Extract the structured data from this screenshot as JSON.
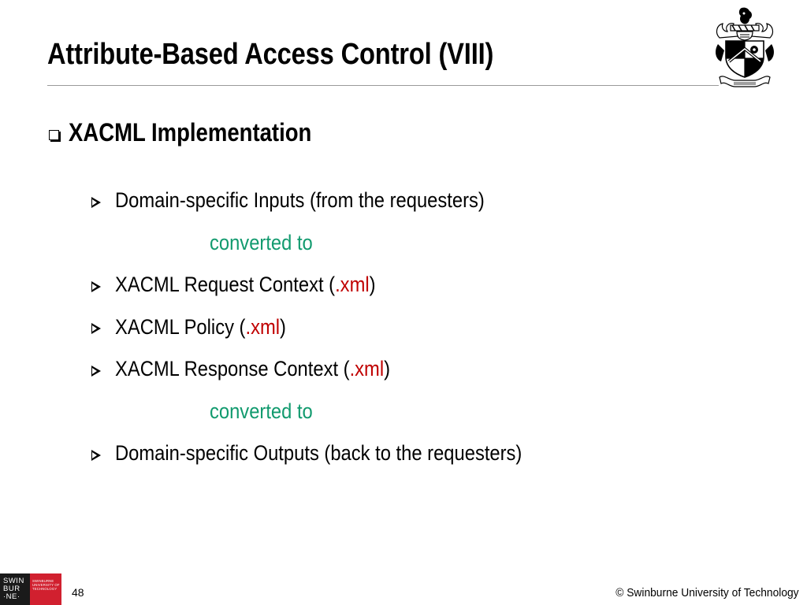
{
  "slide": {
    "title": "Attribute-Based Access Control (VIII)",
    "section_heading": "XACML Implementation",
    "bullets": [
      {
        "type": "item",
        "text": "Domain-specific Inputs (from the requesters)"
      },
      {
        "type": "note",
        "text": "converted to"
      },
      {
        "type": "item",
        "prefix": "XACML Request Context (",
        "highlight": ".xml",
        "suffix": ")"
      },
      {
        "type": "item",
        "prefix": "XACML Policy (",
        "highlight": ".xml",
        "suffix": ")"
      },
      {
        "type": "item",
        "prefix": "XACML Response Context (",
        "highlight": ".xml",
        "suffix": ")"
      },
      {
        "type": "note",
        "text": "converted to"
      },
      {
        "type": "item",
        "text": "Domain-specific Outputs (back to the requesters)"
      }
    ]
  },
  "footer": {
    "logo_left_lines": [
      "SWIN",
      "BUR",
      "·NE·"
    ],
    "logo_right_lines": [
      "SWINBURNE",
      "UNIVERSITY OF",
      "TECHNOLOGY"
    ],
    "page_number": "48",
    "copyright": "© Swinburne University of Technology"
  },
  "colors": {
    "note_green": "#119A6E",
    "highlight_red": "#C00000",
    "logo_red": "#D1202F",
    "logo_dark": "#1A1A1A"
  },
  "icons": {
    "section_bullet": "hollow-square-icon",
    "item_bullet": "arrowhead-icon",
    "crest": "university-crest-icon"
  }
}
